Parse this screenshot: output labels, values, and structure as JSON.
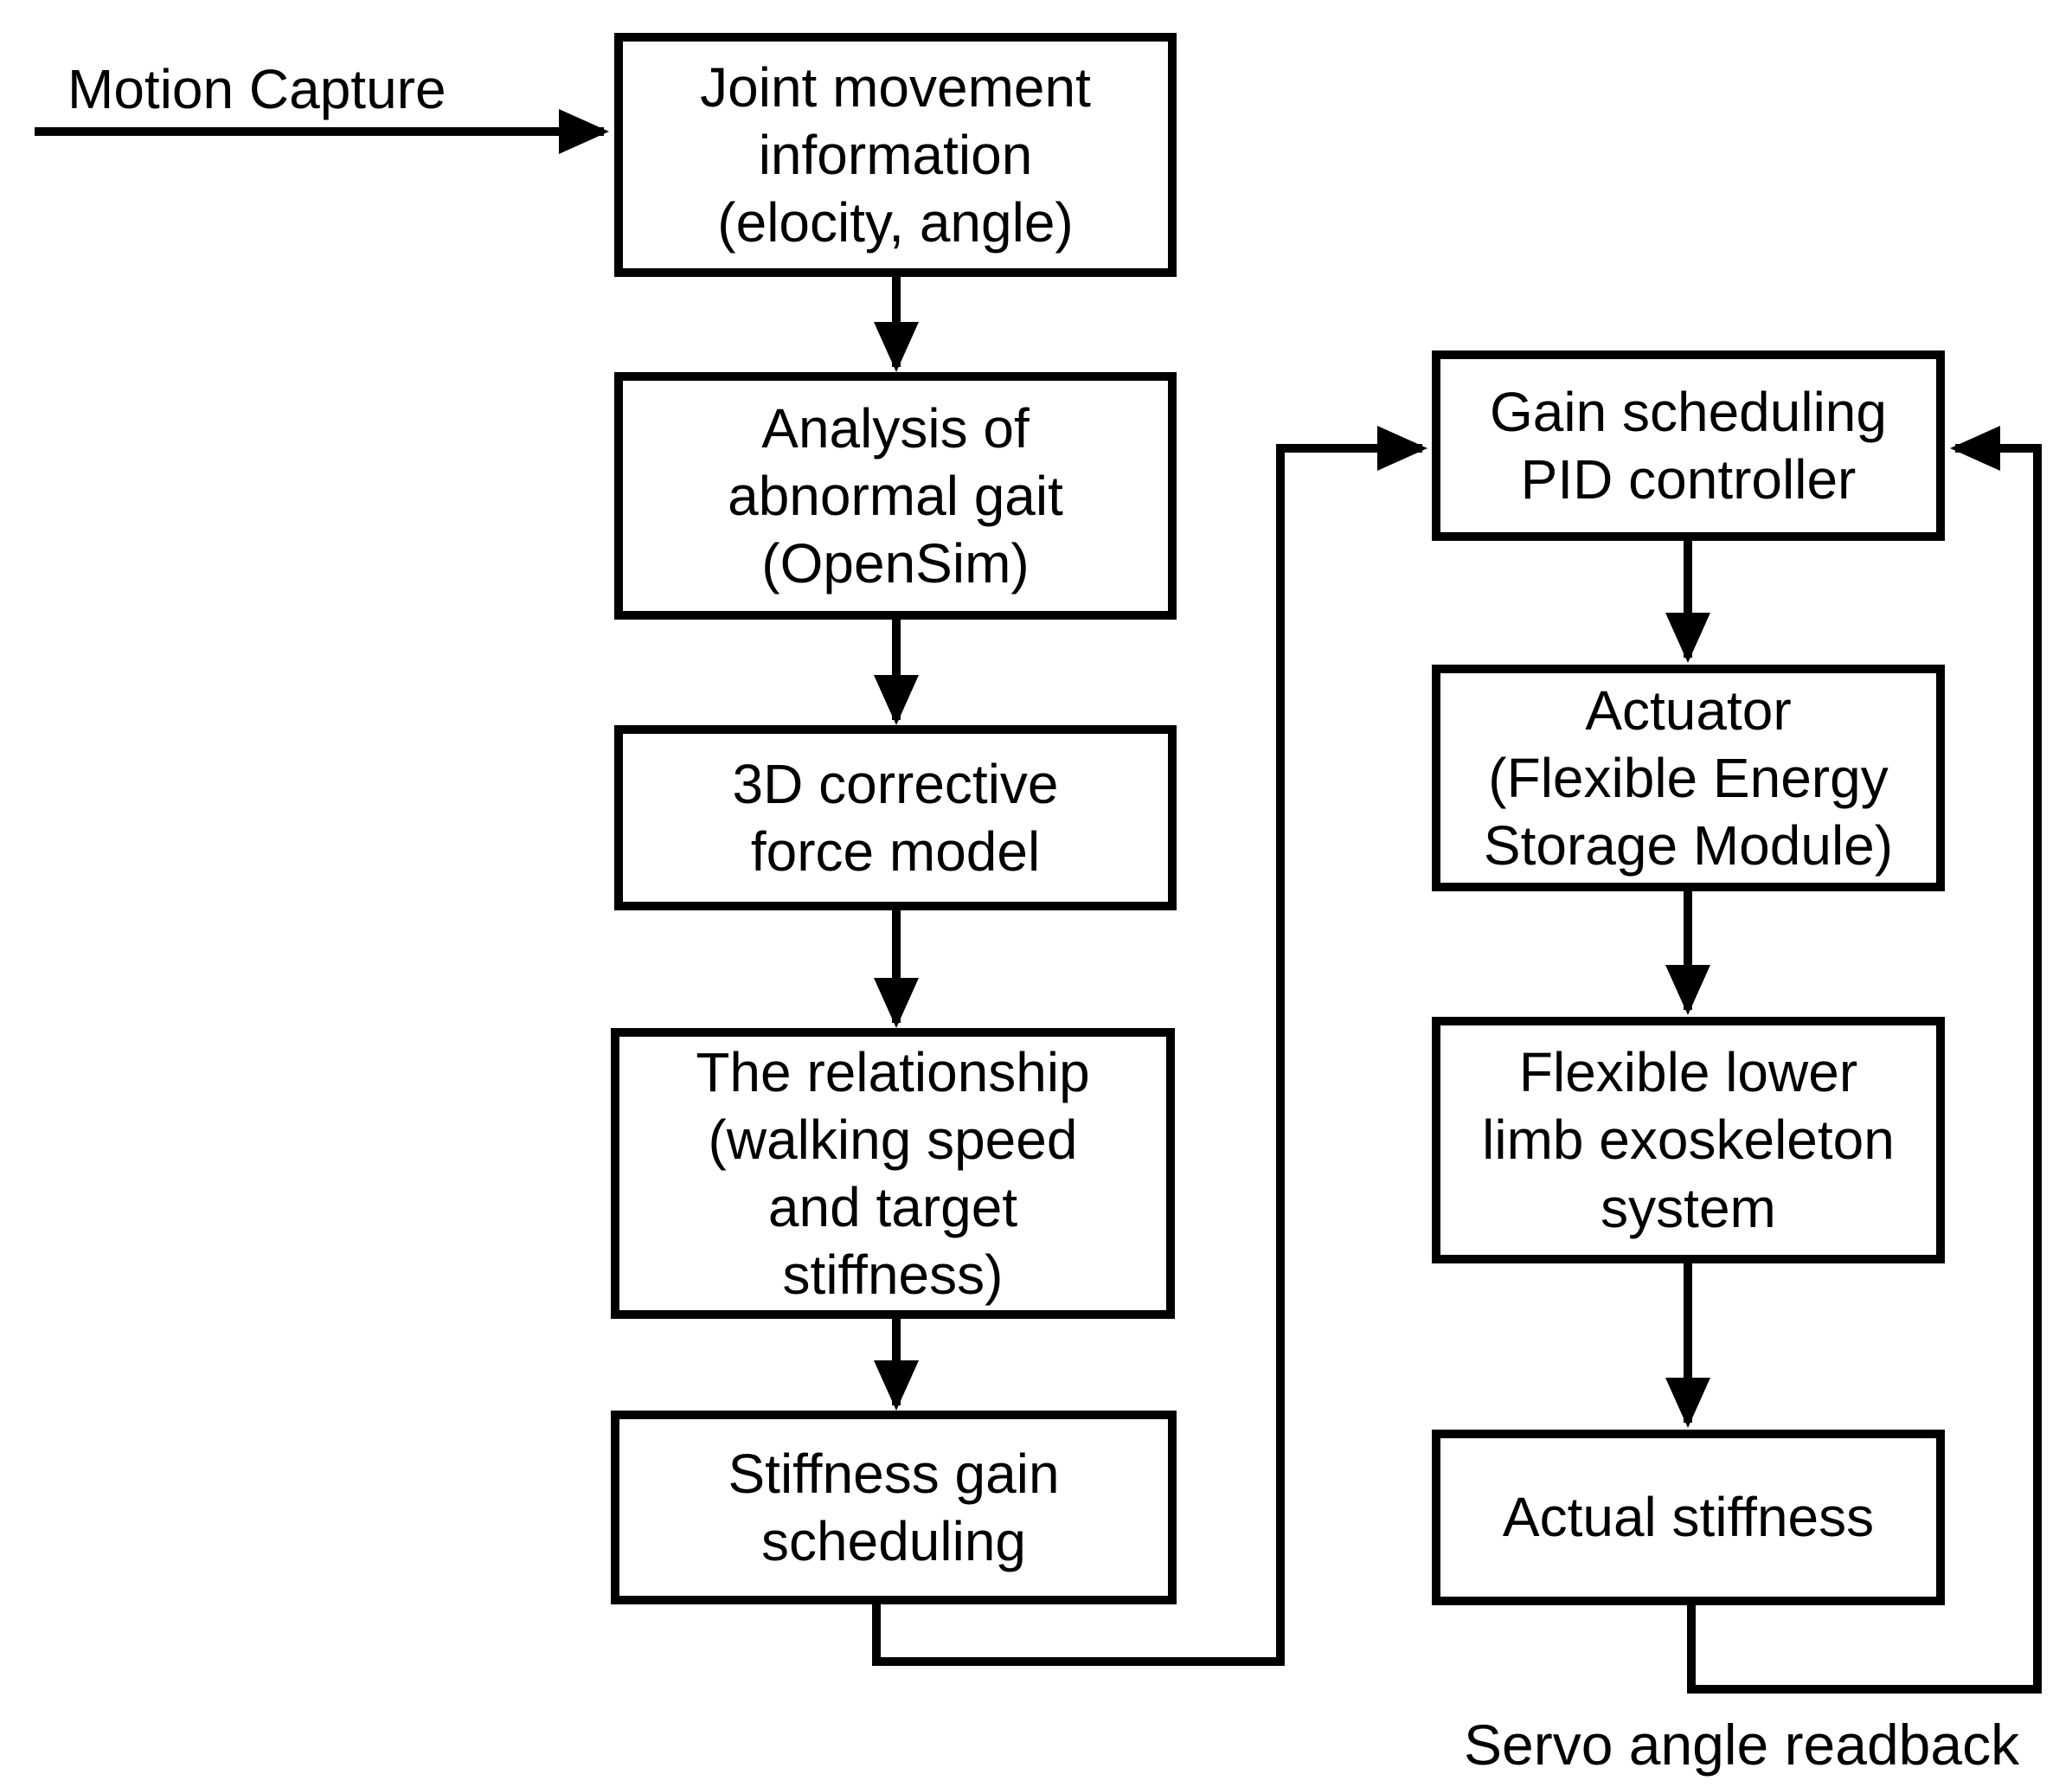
{
  "diagram": {
    "title": "Stiffness gain-scheduling control flowchart",
    "background_color": "#ffffff",
    "stroke_color": "#000000",
    "float_labels": {
      "motion_capture": "Motion Capture",
      "servo_readback": "Servo angle readback"
    },
    "left_column": {
      "joint_movement": {
        "label": "Joint movement\ninformation\n(elocity, angle)"
      },
      "abnormal_gait": {
        "label": "Analysis of\nabnormal gait\n(OpenSim)"
      },
      "corrective_force": {
        "label": "3D corrective\nforce model"
      },
      "relationship": {
        "label": "The relationship\n(walking speed\nand target\nstiffness)"
      },
      "stiffness_gain": {
        "label": "Stiffness gain\nscheduling"
      }
    },
    "right_column": {
      "pid_controller": {
        "label": "Gain scheduling\nPID controller"
      },
      "actuator": {
        "label": "Actuator\n(Flexible Energy\nStorage Module)"
      },
      "exoskeleton": {
        "label": "Flexible lower\nlimb exoskeleton\nsystem"
      },
      "actual_stiffness": {
        "label": "Actual stiffness"
      }
    },
    "connections": [
      "Motion Capture -> Joint movement information",
      "Joint movement information -> Analysis of abnormal gait",
      "Analysis of abnormal gait -> 3D corrective force model",
      "3D corrective force model -> The relationship",
      "The relationship -> Stiffness gain scheduling",
      "Stiffness gain scheduling -> Gain scheduling PID controller",
      "Gain scheduling PID controller -> Actuator",
      "Actuator -> Flexible lower limb exoskeleton system",
      "Flexible lower limb exoskeleton system -> Actual stiffness",
      "Actual stiffness -> Gain scheduling PID controller (Servo angle readback)"
    ]
  }
}
